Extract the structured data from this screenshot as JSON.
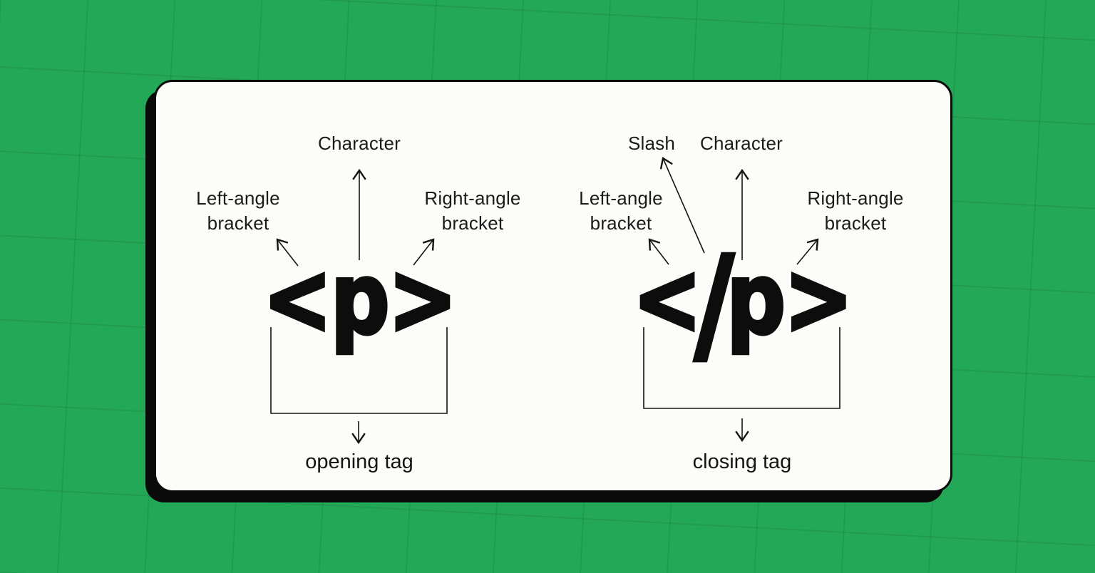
{
  "colors": {
    "background_green": "#23a857",
    "grid_line": "rgba(0,40,15,0.10)",
    "card_background": "#fcfcf9",
    "ink": "#141414"
  },
  "panels": [
    {
      "name": "opening-tag",
      "glyph": {
        "left_bracket": "<",
        "character": "p",
        "right_bracket": ">"
      },
      "labels": {
        "character": "Character",
        "left_bracket": "Left-angle bracket",
        "right_bracket": "Right-angle bracket"
      },
      "caption": "opening tag"
    },
    {
      "name": "closing-tag",
      "glyph": {
        "left_bracket": "<",
        "slash": "/",
        "character": "p",
        "right_bracket": ">"
      },
      "labels": {
        "slash": "Slash",
        "character": "Character",
        "left_bracket": "Left-angle bracket",
        "right_bracket": "Right-angle bracket"
      },
      "caption": "closing tag"
    }
  ]
}
